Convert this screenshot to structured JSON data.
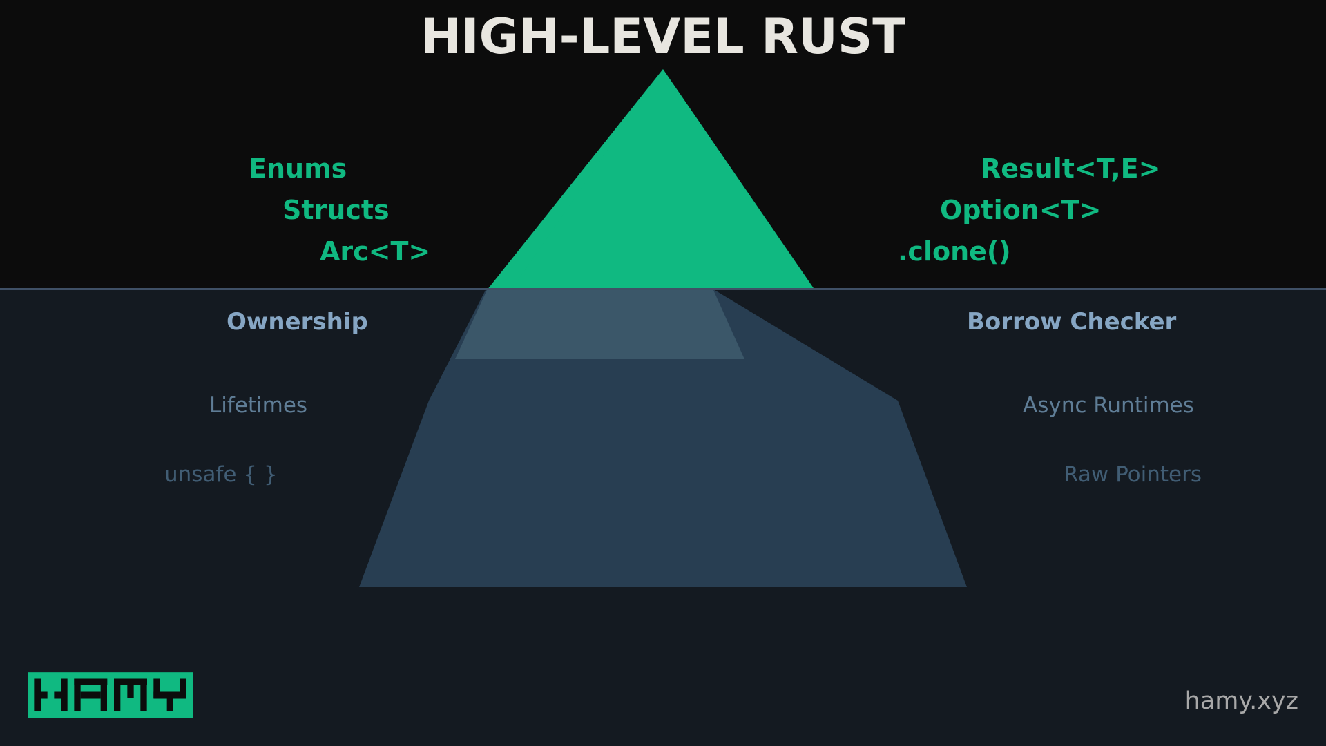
{
  "title": "HIGH-LEVEL RUST",
  "above_left": [
    "Enums",
    "Structs",
    "Arc<T>"
  ],
  "above_right": [
    "Result<T,E>",
    "Option<T>",
    ".clone()"
  ],
  "waterline_left": "Ownership",
  "waterline_right": "Borrow Checker",
  "deep_left": [
    "Lifetimes",
    "unsafe { }"
  ],
  "deep_right": [
    "Async Runtimes",
    "Raw Pointers"
  ],
  "logo_text": "HAMY",
  "site": "hamy.xyz",
  "colors": {
    "accent": "#10b981",
    "surface_bg": "#0c0c0c",
    "deep_bg": "#141a21",
    "iceberg_mid": "#3b5769",
    "iceberg_deep": "#283e52",
    "waterline": "#3f5066"
  }
}
